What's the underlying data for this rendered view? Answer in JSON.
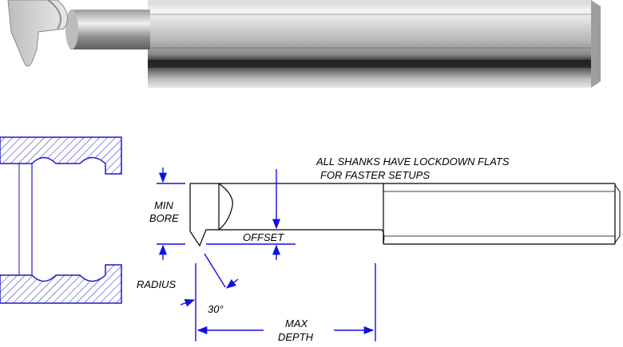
{
  "diagram": {
    "note": {
      "line1": "ALL SHANKS HAVE LOCKDOWN FLATS",
      "line2": "FOR FASTER SETUPS"
    },
    "labels": {
      "min_bore_line1": "MIN",
      "min_bore_line2": "BORE",
      "offset": "OFFSET",
      "radius": "RADIUS",
      "angle": "30°",
      "max_depth_line1": "MAX",
      "max_depth_line2": "DEPTH"
    },
    "colors": {
      "dimension": "#1010e0",
      "section_hatch": "#1a1ad0",
      "outline": "#000000"
    }
  }
}
